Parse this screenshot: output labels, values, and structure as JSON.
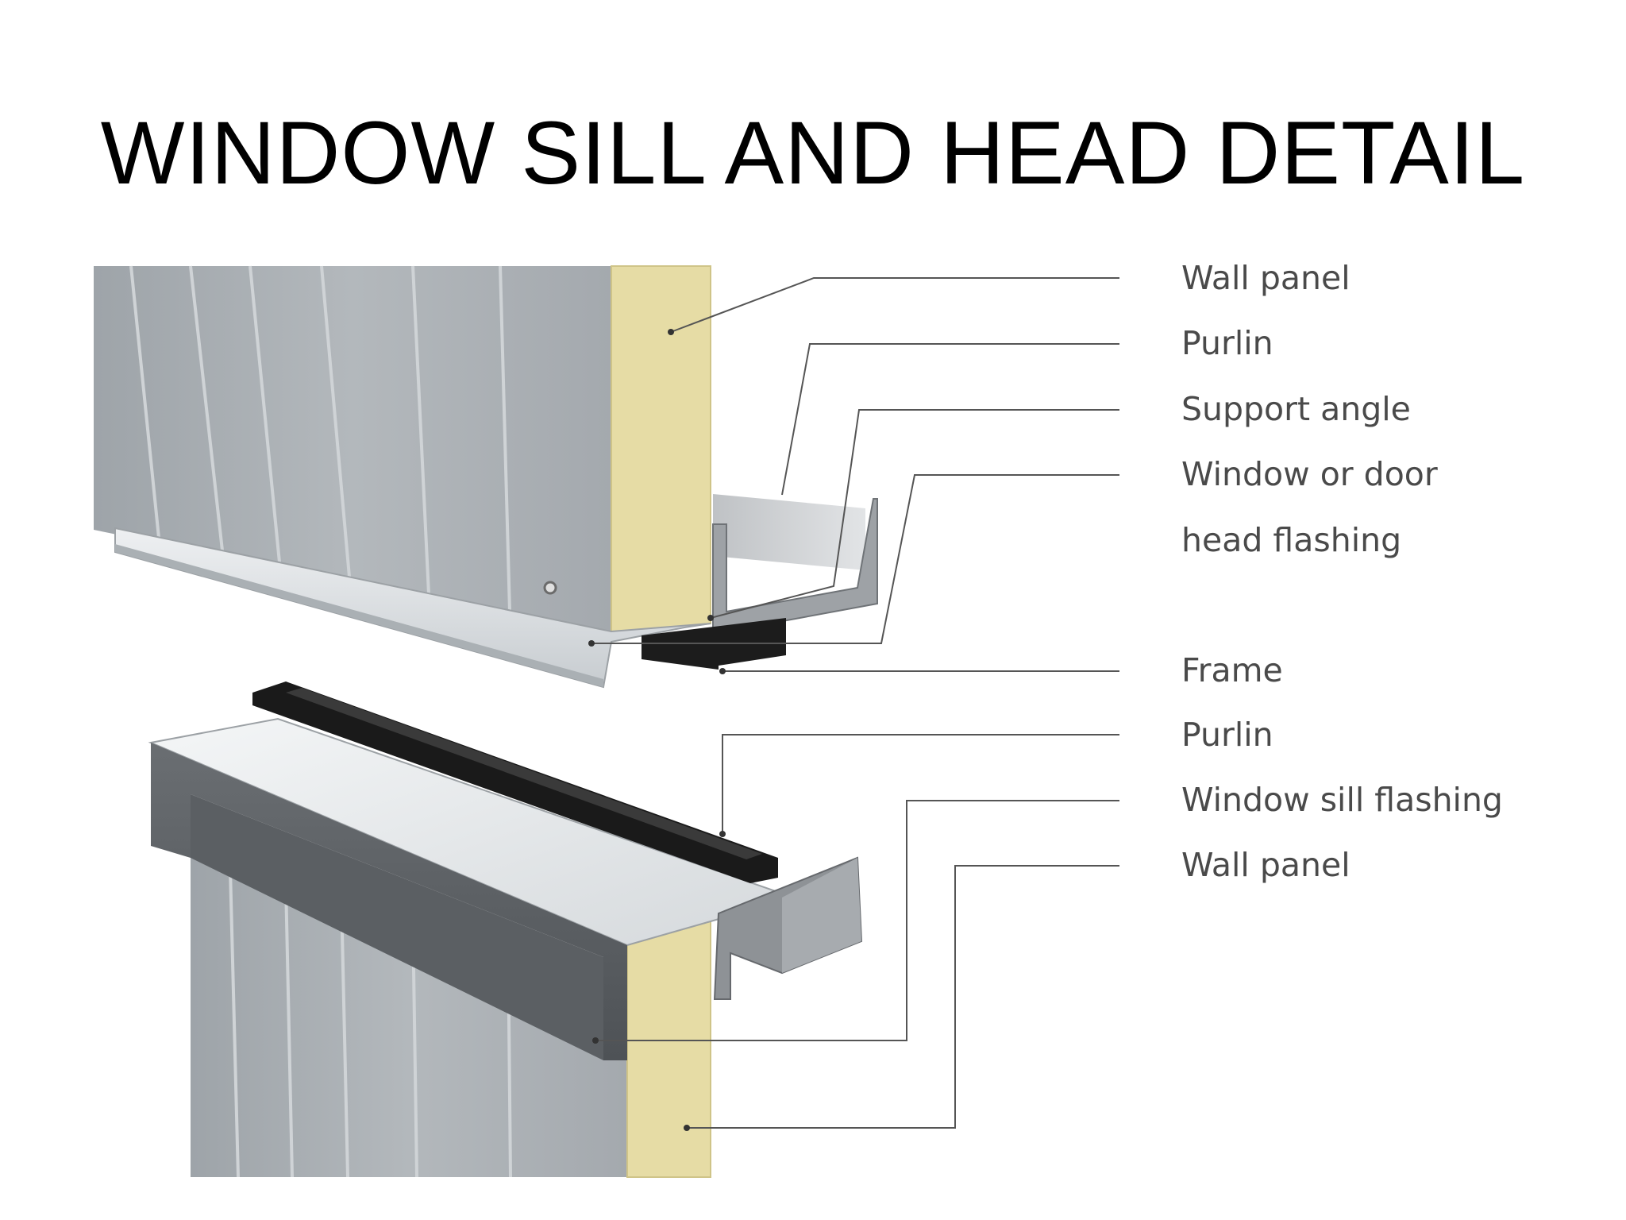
{
  "title": "WINDOW SILL AND HEAD DETAIL",
  "head_detail": {
    "labels": [
      "Wall panel",
      "Purlin",
      "Support angle",
      "Window or door",
      "head flashing"
    ]
  },
  "frame_label": "Frame",
  "sill_detail": {
    "labels": [
      "Purlin",
      "Window sill flashing",
      "Wall panel"
    ]
  },
  "colors": {
    "panel_face": "#a9afb4",
    "panel_insulation": "#e6dca5",
    "flashing": "#d9dde0",
    "frame": "#1c1c1c",
    "purlin_steel": "#8e9296"
  }
}
